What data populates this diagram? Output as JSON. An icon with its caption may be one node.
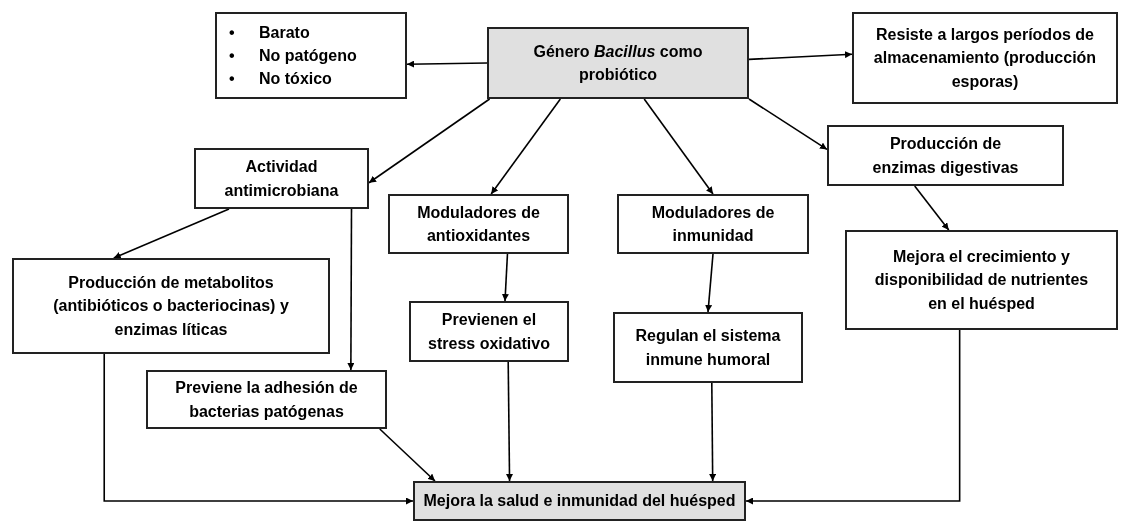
{
  "diagram": {
    "nodes": [
      {
        "text": [
          "Barato",
          "No patógeno",
          "No tóxico"
        ]
      },
      {
        "text": [
          "Género *Bacillus* como probiótico"
        ]
      },
      {
        "text": [
          "Resiste a largos períodos de almacenamiento (producción esporas)"
        ]
      },
      {
        "text": [
          "Actividad antimicrobiana"
        ]
      },
      {
        "text": [
          "Moduladores de antioxidantes"
        ]
      },
      {
        "text": [
          "Moduladores de inmunidad"
        ]
      },
      {
        "text": [
          "Producción de enzimas digestivas"
        ]
      },
      {
        "text": [
          "Producción de metabolitos (antibióticos o bacteriocinas) y enzimas líticas"
        ]
      },
      {
        "text": [
          "Previene la adhesión de bacterias patógenas"
        ]
      },
      {
        "text": [
          "Previenen el stress oxidativo"
        ]
      },
      {
        "text": [
          "Regulan el sistema inmune humoral"
        ]
      },
      {
        "text": [
          "Mejora el crecimiento y disponibilidad de nutrientes en el huésped"
        ]
      },
      {
        "text": [
          "Mejora la salud e inmunidad del huésped"
        ]
      }
    ],
    "edges": [
      {
        "from": 1,
        "to": 0,
        "arrow": "to"
      },
      {
        "from": 1,
        "to": 2,
        "arrow": "to"
      },
      {
        "from": 1,
        "to": 3,
        "arrow": "to"
      },
      {
        "from": 1,
        "to": 4,
        "arrow": "to"
      },
      {
        "from": 1,
        "to": 5,
        "arrow": "to"
      },
      {
        "from": 1,
        "to": 6,
        "arrow": "to"
      },
      {
        "from": 3,
        "to": 7,
        "arrow": "to"
      },
      {
        "from": 3,
        "to": 8,
        "arrow": "to"
      },
      {
        "from": 4,
        "to": 9,
        "arrow": "to"
      },
      {
        "from": 5,
        "to": 10,
        "arrow": "to"
      },
      {
        "from": 6,
        "to": 11,
        "arrow": "to"
      },
      {
        "from": 7,
        "to": 12,
        "arrow": "to"
      },
      {
        "from": 8,
        "to": 12,
        "arrow": "to"
      },
      {
        "from": 9,
        "to": 12,
        "arrow": "to"
      },
      {
        "from": 10,
        "to": 12,
        "arrow": "to"
      },
      {
        "from": 11,
        "to": 12,
        "arrow": "to"
      }
    ],
    "labels": [
      "•",
      "•",
      "•"
    ]
  }
}
